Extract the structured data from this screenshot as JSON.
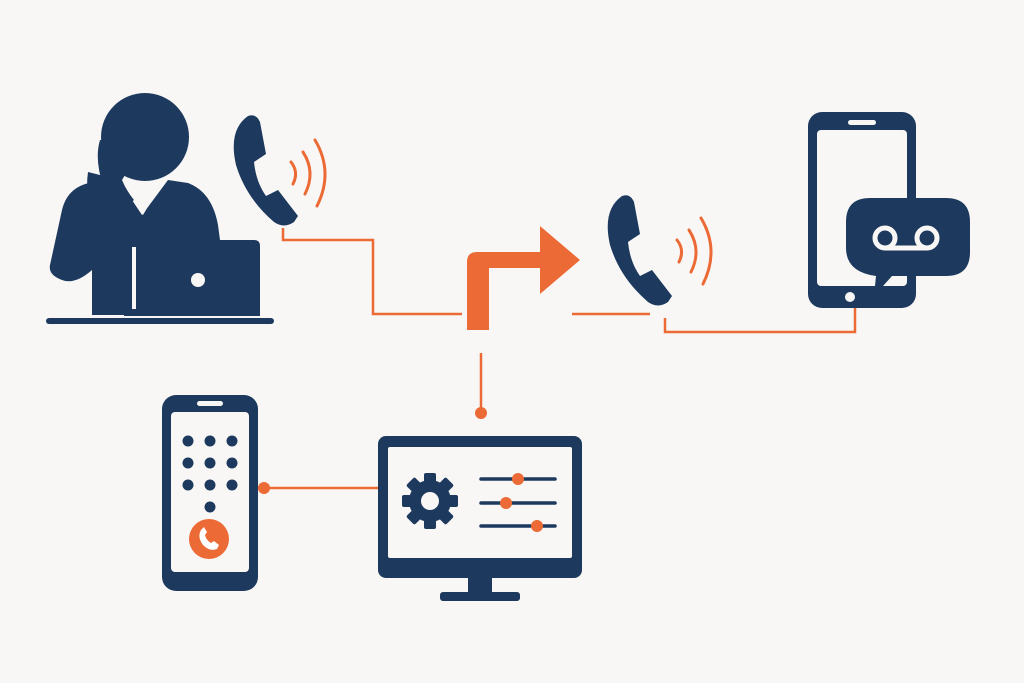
{
  "diagram": {
    "description_text": "",
    "nodes": [
      {
        "id": "caller",
        "icon": "person-on-phone-at-laptop-icon"
      },
      {
        "id": "incoming-call",
        "icon": "ringing-phone-icon"
      },
      {
        "id": "forward",
        "icon": "forward-arrow-icon"
      },
      {
        "id": "forwarded-call",
        "icon": "ringing-phone-icon"
      },
      {
        "id": "voicemail",
        "icon": "smartphone-voicemail-icon"
      },
      {
        "id": "dialpad-phone",
        "icon": "smartphone-dialpad-icon"
      },
      {
        "id": "settings-monitor",
        "icon": "monitor-settings-icon"
      }
    ],
    "edges": [
      {
        "from": "incoming-call",
        "to": "forward"
      },
      {
        "from": "forward",
        "to": "forwarded-call"
      },
      {
        "from": "forwarded-call",
        "to": "voicemail"
      },
      {
        "from": "forward",
        "to": "settings-monitor"
      },
      {
        "from": "dialpad-phone",
        "to": "settings-monitor"
      }
    ]
  },
  "colors": {
    "navy": "#1d3a5e",
    "orange": "#ec6a35",
    "background": "#f8f7f5",
    "white": "#ffffff"
  }
}
